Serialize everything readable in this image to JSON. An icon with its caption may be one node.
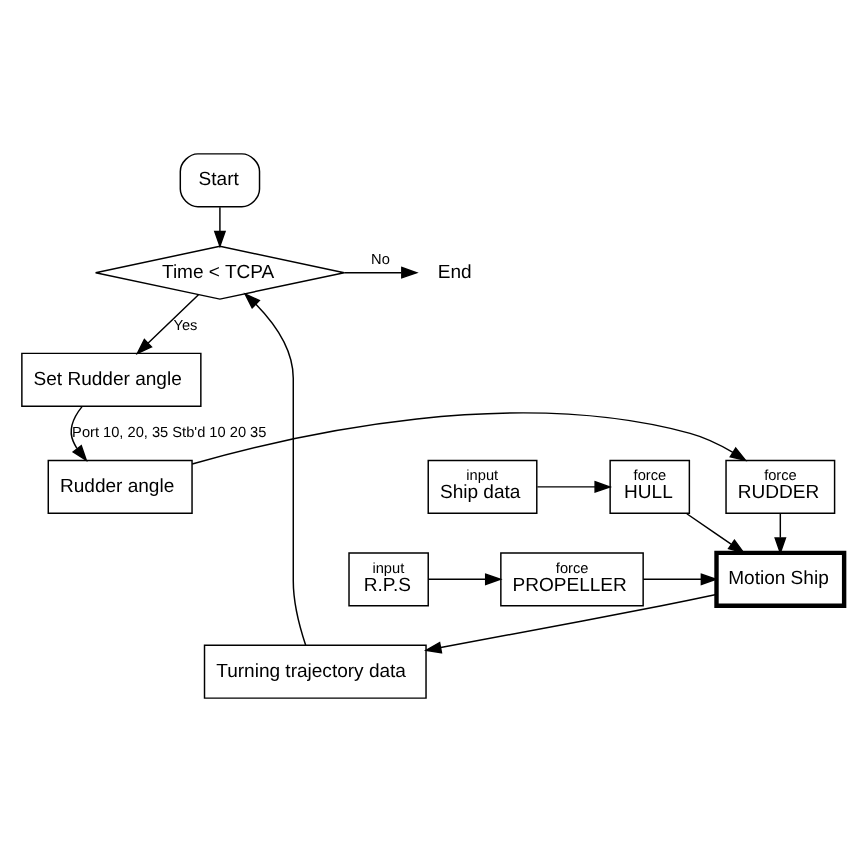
{
  "diagram": {
    "nodes": [
      {
        "text": [
          "Start"
        ]
      },
      {
        "text": [
          "Time < TCPA"
        ]
      },
      {
        "text": [
          "End"
        ]
      },
      {
        "text": [
          "Set Rudder angle"
        ]
      },
      {
        "text": [
          "force",
          "HULL"
        ]
      },
      {
        "text": [
          "input",
          "Ship data"
        ]
      },
      {
        "text": [
          "Motion Ship"
        ]
      },
      {
        "text": [
          "force",
          "PROPELLER"
        ]
      },
      {
        "text": [
          "input",
          "R.P.S"
        ]
      },
      {
        "text": [
          "force",
          "RUDDER"
        ]
      },
      {
        "text": [
          "Rudder angle"
        ]
      },
      {
        "text": [
          "Turning trajectory data"
        ]
      }
    ],
    "edges": [
      {
        "from": 0,
        "to": 1,
        "arrow": "to"
      },
      {
        "from": 1,
        "to": 2,
        "arrow": "to",
        "label": "No"
      },
      {
        "from": 1,
        "to": 3,
        "arrow": "to",
        "label": "Yes"
      },
      {
        "from": 3,
        "to": 10,
        "arrow": "to",
        "label": "Port 10, 20, 35 Stb'd 10 20 35"
      },
      {
        "from": 5,
        "to": 4,
        "arrow": "to"
      },
      {
        "from": 8,
        "to": 7,
        "arrow": "to"
      },
      {
        "from": 10,
        "to": 9,
        "arrow": "to"
      },
      {
        "from": 4,
        "to": 6,
        "arrow": "to"
      },
      {
        "from": 7,
        "to": 6,
        "arrow": "to"
      },
      {
        "from": 9,
        "to": 6,
        "arrow": "to"
      },
      {
        "from": 6,
        "to": 11,
        "arrow": "to"
      },
      {
        "from": 11,
        "to": 1,
        "arrow": "to"
      }
    ]
  }
}
